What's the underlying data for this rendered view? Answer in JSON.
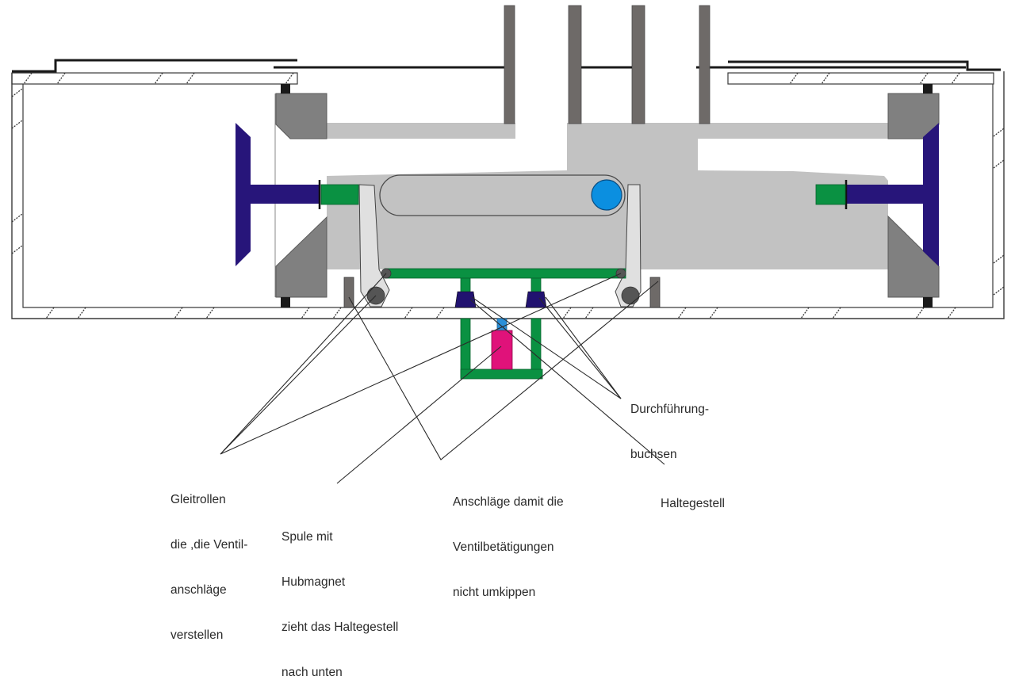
{
  "diagram": {
    "title_partial": "",
    "colors": {
      "wall_outline": "#3a3a3a",
      "cover_plate": "#1a1a1a",
      "valve_seat_gray": "#808080",
      "port_tube_gray": "#6e6a68",
      "channel_light_gray": "#c2c2c2",
      "valve_disc_navy": "#27157a",
      "actuator_green": "#0a9142",
      "lever_light": "#e0e0e0",
      "roller_dark": "#555555",
      "blue_roller": "#0b8fe0",
      "coil_magenta": "#e0127a",
      "plunger_blue": "#2a8fd8",
      "bushing_navy": "#211270"
    },
    "labels": {
      "gleitrollen": [
        "Gleitrollen",
        "die ,die Ventil-",
        "anschläge",
        "verstellen"
      ],
      "spule": [
        "Spule mit",
        "Hubmagnet",
        "zieht das Haltegestell",
        "nach unten"
      ],
      "anschlaege": [
        "Anschläge damit die",
        "Ventilbetätigungen",
        "nicht umkippen"
      ],
      "haltegestell": [
        "Haltegestell"
      ],
      "durchfuehrung": [
        "Durchführung-",
        "buchsen"
      ]
    }
  }
}
